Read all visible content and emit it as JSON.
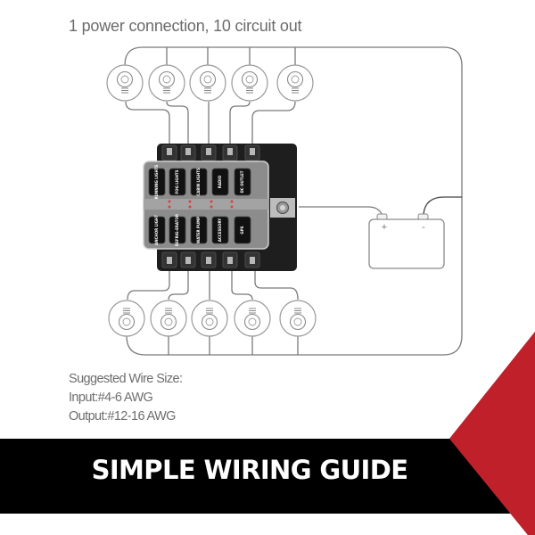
{
  "header": {
    "title": "1 power connection, 10 circuit out"
  },
  "fuse_block": {
    "top_row": [
      "RUNNING LIGHTS",
      "FOG LIGHTS",
      "CABIN LIGHTS",
      "RADIO",
      "DC OUTLET"
    ],
    "bottom_row": [
      "ANCHOR LIGHT",
      "REFRIG-ERATOR",
      "WATER PUMP",
      "ACCESSORY",
      "GPS"
    ],
    "circuits_out": 10,
    "power_connections": 1
  },
  "battery": {
    "positive_label": "+",
    "negative_label": "-"
  },
  "bulbs": {
    "top_count": 5,
    "bottom_count": 5
  },
  "wire_size": {
    "heading": "Suggested Wire Size:",
    "input": "Input:#4-6 AWG",
    "output": "Output:#12-16 AWG"
  },
  "banner": {
    "text": "SIMPLE WIRING GUIDE"
  },
  "colors": {
    "accent_red": "#c0202a",
    "banner_black": "#000000",
    "line_gray": "#7a7a7a",
    "text_gray": "#6b6b6b"
  }
}
